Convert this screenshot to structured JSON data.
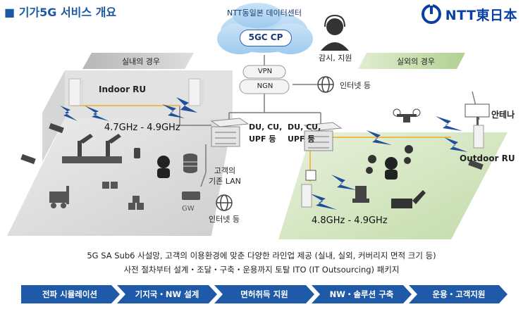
{
  "title": "■ 기가5G 서비스 개요",
  "logo": {
    "text": "NTT東日本"
  },
  "cloud": {
    "label": "NTT동일본 데이터센터",
    "cp": "5GC CP"
  },
  "monitoring": "감시, 지원",
  "indoor": {
    "header": "실내의 경우",
    "ru": "Indoor RU",
    "freq": "4.7GHz - 4.9GHz",
    "core": "DU, CU,\nUPF 등",
    "lan": "고객의\n기존 LAN",
    "gw": "GW",
    "internet": "인터넷 등"
  },
  "outdoor": {
    "header": "실외의 경우",
    "ru": "Outdoor RU",
    "antenna": "안테나",
    "freq": "4.8GHz - 4.9GHz",
    "core": "DU, CU,\nUPF 등"
  },
  "network": {
    "vpn": "VPN",
    "ngn": "NGN",
    "internet": "인터넷 등"
  },
  "description": [
    "5G SA Sub6 사설망, 고객의 이용환경에 맞춘 다양한 라인업 제공 (실내, 실외, 커버리지 면적 크기 등)",
    "사전 절차부터 설계・조달・구축・운용까지 토탈 ITO (IT Outsourcing) 패키지"
  ],
  "steps": [
    "전파 시뮬레이션",
    "기지국・NW 설계",
    "면허취득 지원",
    "NW・솔루션 구축",
    "운용・고객지원"
  ],
  "colors": {
    "brand": "#0a3fa3",
    "accent": "#1a5aa5",
    "bolt": "#1f4e9c",
    "step": "#1f5aa8"
  }
}
